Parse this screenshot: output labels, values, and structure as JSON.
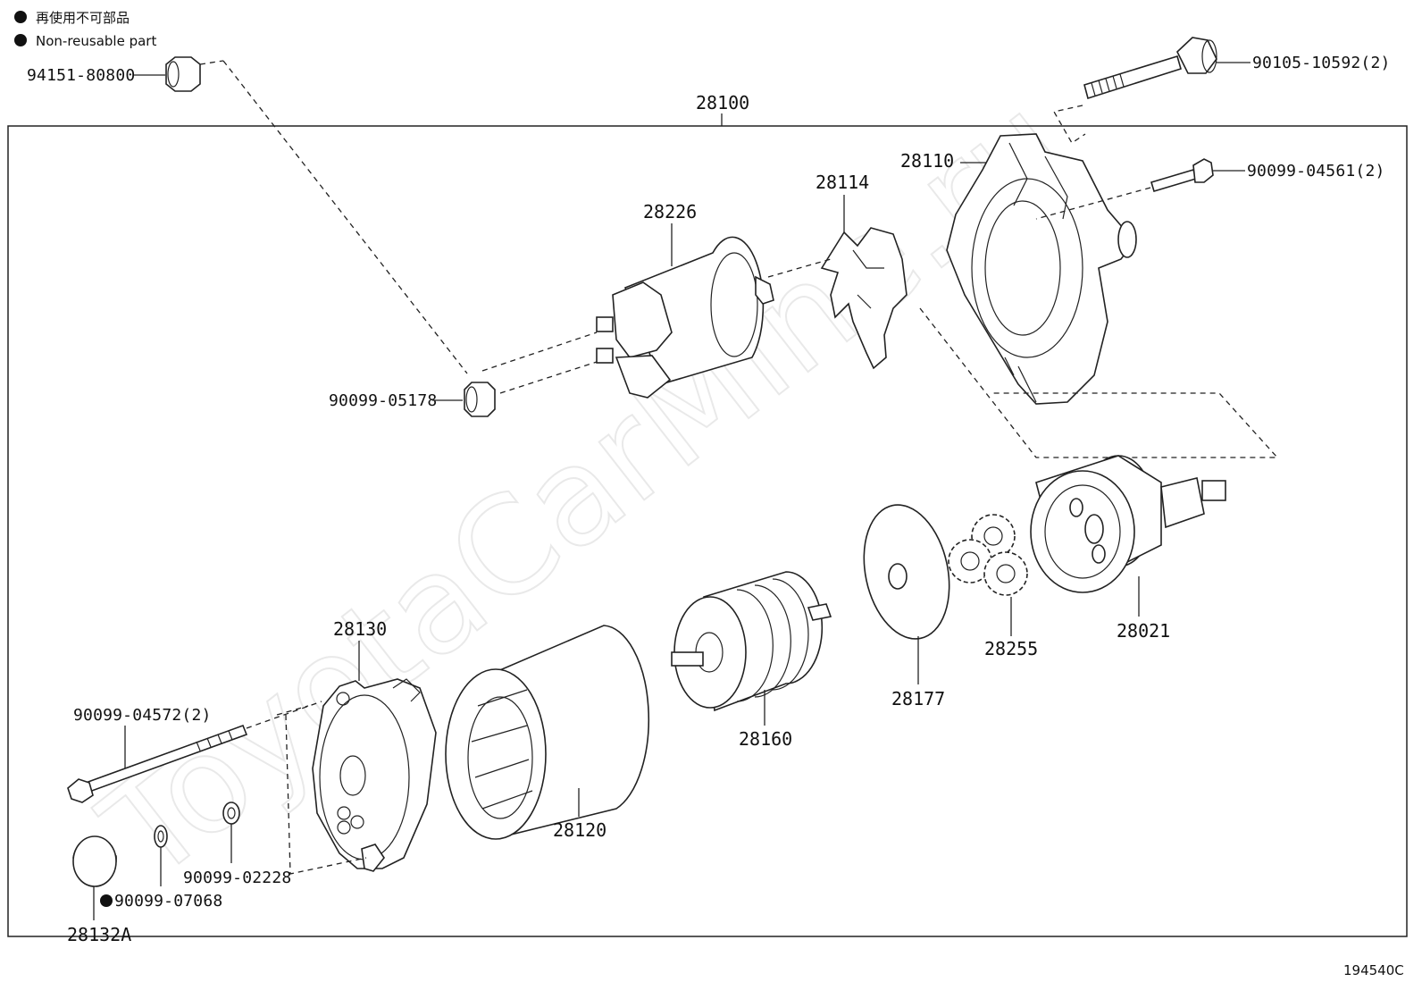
{
  "legend": {
    "jp": "再使用不可部品",
    "en": "Non-reusable part"
  },
  "assembly_label": "28100",
  "watermark": "ToyotaCarMine.ru",
  "drawing_number": "194540C",
  "parts": {
    "p94151": "94151-80800",
    "p90105": "90105-10592(2)",
    "p28110": "28110",
    "p90099_04561": "90099-04561(2)",
    "p28114": "28114",
    "p28226": "28226",
    "p90099_05178": "90099-05178",
    "p28021": "28021",
    "p28255": "28255",
    "p28177": "28177",
    "p28160": "28160",
    "p28130": "28130",
    "p28120": "28120",
    "p90099_04572": "90099-04572(2)",
    "p90099_02228": "90099-02228",
    "p90099_07068": "90099-07068",
    "p28132A": "28132A"
  }
}
